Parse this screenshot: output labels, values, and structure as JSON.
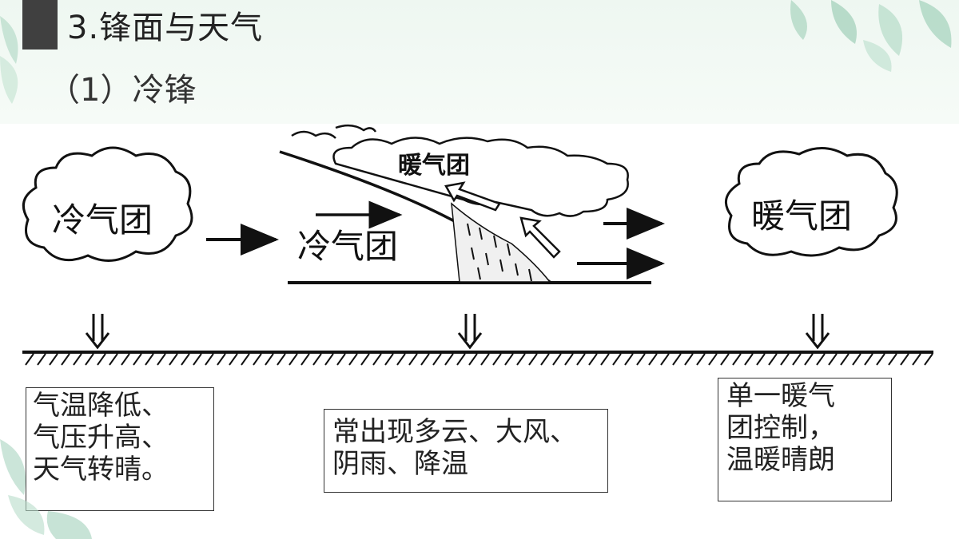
{
  "slide": {
    "title": "3.锋面与天气",
    "subtitle": "（1）冷锋"
  },
  "diagram": {
    "left_cloud_label": "冷气团",
    "front_cold_label": "冷气团",
    "front_warm_label": "暖气团",
    "right_cloud_label": "暖气团"
  },
  "boxes": {
    "left": [
      "气温降低、",
      "气压升高、",
      "天气转晴。"
    ],
    "middle": [
      "常出现多云、大风、",
      "阴雨、降温"
    ],
    "right": [
      "单一暖气",
      "团控制，",
      "温暖晴朗"
    ]
  }
}
